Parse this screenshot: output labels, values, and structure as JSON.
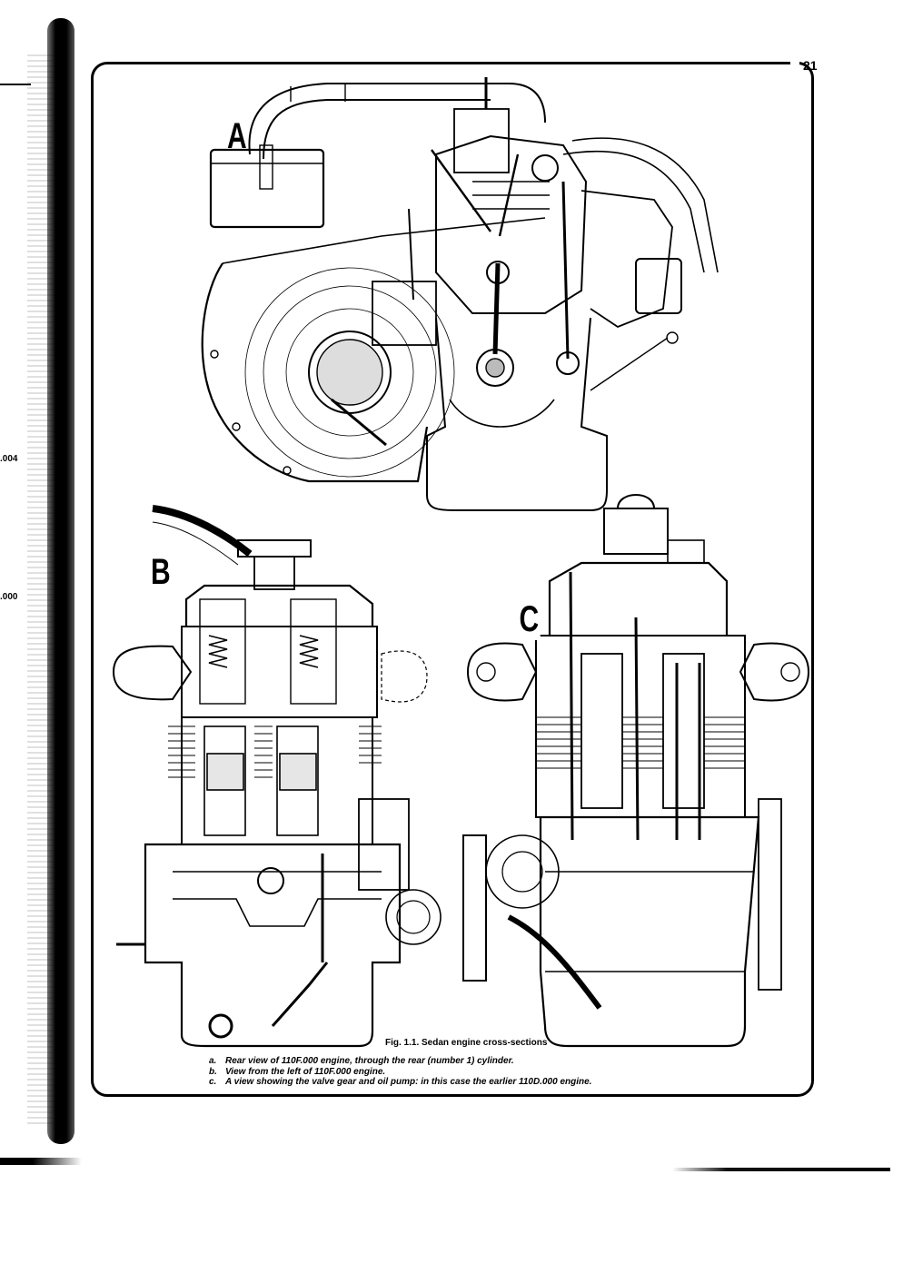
{
  "page": {
    "number": "21",
    "margin_fragments": [
      ".004",
      ".000"
    ]
  },
  "figure": {
    "labels": [
      "A",
      "B",
      "C"
    ],
    "title": "Fig. 1.1. Sedan engine cross-sections",
    "captions": [
      {
        "key": "a.",
        "text": "Rear view of 110F.000 engine, through the rear (number 1) cylinder."
      },
      {
        "key": "b.",
        "text": "View from the left of 110F.000 engine."
      },
      {
        "key": "c.",
        "text": "A view showing the valve gear and oil pump: in this case the earlier 110D.000 engine."
      }
    ]
  }
}
